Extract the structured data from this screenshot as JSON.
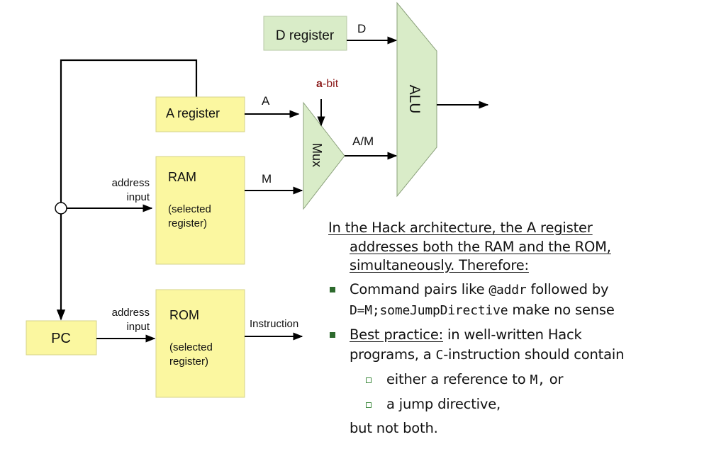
{
  "diagram": {
    "d_register": {
      "label": "D register",
      "fill": "#d9ecc8"
    },
    "a_register": {
      "label": "A register",
      "fill": "#fbf7a0"
    },
    "ram": {
      "title": "RAM",
      "subtitle_line1": "(selected",
      "subtitle_line2": "register)",
      "fill": "#fbf7a0"
    },
    "rom": {
      "title": "ROM",
      "subtitle_line1": "(selected",
      "subtitle_line2": "register)",
      "fill": "#fbf7a0"
    },
    "pc": {
      "label": "PC",
      "fill": "#fbf7a0"
    },
    "mux": {
      "label": "Mux",
      "fill": "#d9ecc8"
    },
    "alu": {
      "label": "ALU",
      "fill": "#d9ecc8"
    },
    "wires": {
      "d_out": "D",
      "a_out": "A",
      "m_out": "M",
      "mux_out": "A/M",
      "rom_out": "Instruction",
      "ram_address_line1": "address",
      "ram_address_line2": "input",
      "rom_address_line1": "address",
      "rom_address_line2": "input"
    },
    "a_bit": {
      "bold_part": "a",
      "rest": "-bit",
      "color": "#8b1a1a"
    }
  },
  "notes": {
    "headline_line1": "In the Hack architecture, the A register",
    "headline_line2": "addresses both the RAM and the ROM,",
    "headline_line3": "simultaneously. Therefore:",
    "bullet1": {
      "text_a": "Command pairs like ",
      "code_a": "@addr",
      "text_b": " followed by",
      "code_b": "D=M;someJumpDirective",
      "text_c": " make no sense"
    },
    "bullet2": {
      "underlined": "Best practice:",
      "text_a": " in well-written Hack",
      "text_b": "programs, a ",
      "code_a": "C",
      "text_c": "-instruction should contain"
    },
    "sub1": {
      "text_a": "either a reference to ",
      "code_a": "M,",
      "text_b": " or"
    },
    "sub2": {
      "text": "a jump directive,"
    },
    "tail": "but not both.",
    "bullet_color": "#2d6a2d"
  }
}
